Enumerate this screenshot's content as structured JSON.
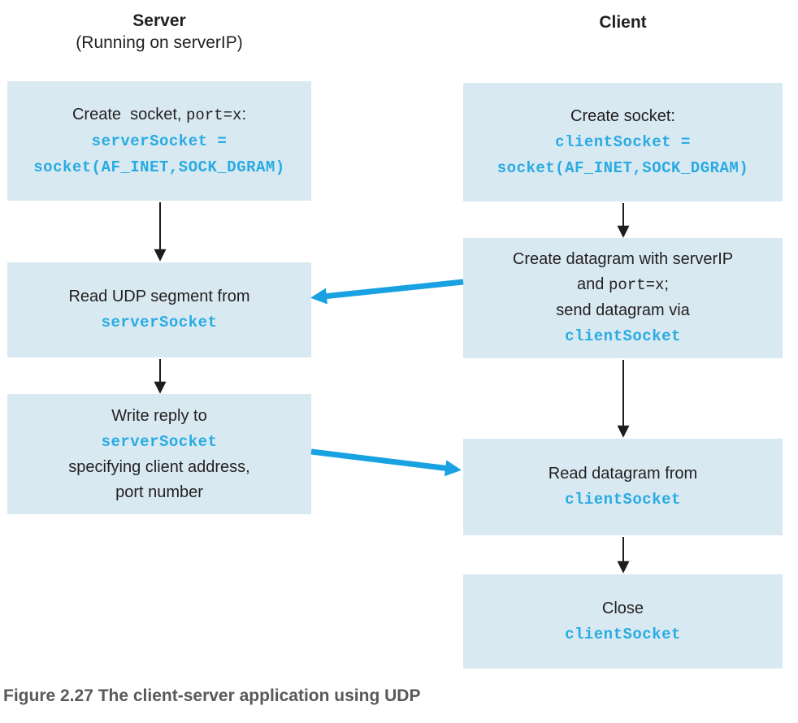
{
  "titles": {
    "server": "Server",
    "server_subtitle": "(Running on serverIP)",
    "client": "Client"
  },
  "colors": {
    "box_background": "#d8e9f2",
    "code_text": "#29abe2",
    "arrow_blue": "#18a2e2",
    "arrow_black": "#1d1d1b",
    "body_text": "#231f20",
    "caption_text": "#58595b"
  },
  "server_steps": [
    {
      "name": "create-socket",
      "lines": [
        [
          {
            "t": "Create  socket, ",
            "k": "plain"
          },
          {
            "t": "port=x",
            "k": "mono"
          },
          {
            "t": ":",
            "k": "plain"
          }
        ],
        [
          {
            "t": "serverSocket =",
            "k": "code"
          }
        ],
        [
          {
            "t": "socket(AF_INET,SOCK_DGRAM)",
            "k": "code"
          }
        ]
      ]
    },
    {
      "name": "read-udp-segment",
      "lines": [
        [
          {
            "t": "Read UDP segment from",
            "k": "plain"
          }
        ],
        [
          {
            "t": "serverSocket",
            "k": "code"
          }
        ]
      ]
    },
    {
      "name": "write-reply",
      "lines": [
        [
          {
            "t": "Write reply to",
            "k": "plain"
          }
        ],
        [
          {
            "t": "serverSocket",
            "k": "code"
          }
        ],
        [
          {
            "t": "specifying client address,",
            "k": "plain"
          }
        ],
        [
          {
            "t": "port number",
            "k": "plain"
          }
        ]
      ]
    }
  ],
  "client_steps": [
    {
      "name": "create-socket",
      "lines": [
        [
          {
            "t": "Create socket:",
            "k": "plain"
          }
        ],
        [
          {
            "t": "clientSocket =",
            "k": "code"
          }
        ],
        [
          {
            "t": "socket(AF_INET,SOCK_DGRAM)",
            "k": "code"
          }
        ]
      ]
    },
    {
      "name": "create-datagram",
      "lines": [
        [
          {
            "t": "Create datagram with serverIP",
            "k": "plain"
          }
        ],
        [
          {
            "t": "and ",
            "k": "plain"
          },
          {
            "t": "port=x",
            "k": "mono"
          },
          {
            "t": ";",
            "k": "plain"
          }
        ],
        [
          {
            "t": "send datagram via",
            "k": "plain"
          }
        ],
        [
          {
            "t": "clientSocket",
            "k": "code"
          }
        ]
      ]
    },
    {
      "name": "read-datagram",
      "lines": [
        [
          {
            "t": "Read datagram from",
            "k": "plain"
          }
        ],
        [
          {
            "t": "clientSocket",
            "k": "code"
          }
        ]
      ]
    },
    {
      "name": "close-socket",
      "lines": [
        [
          {
            "t": "Close",
            "k": "plain"
          }
        ],
        [
          {
            "t": "clientSocket",
            "k": "code"
          }
        ]
      ]
    }
  ],
  "caption": "Figure 2.27 The client-server application using UDP"
}
